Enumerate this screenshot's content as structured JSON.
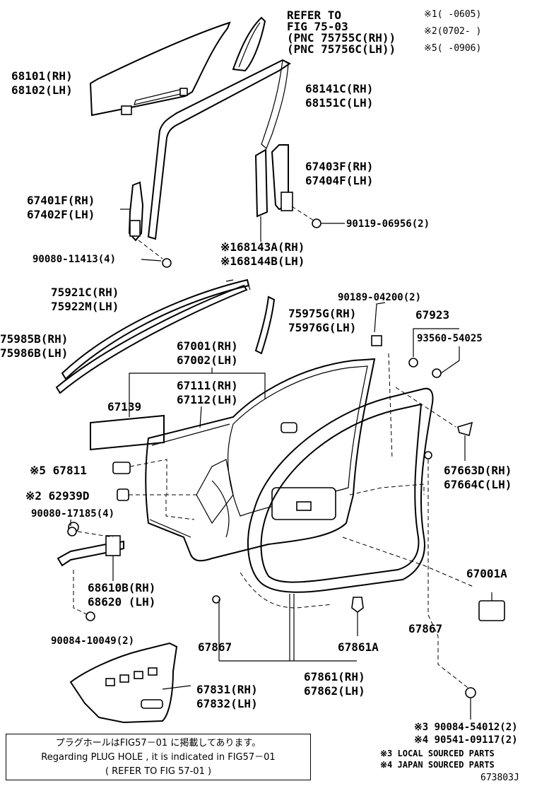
{
  "header_refer": [
    "REFER TO",
    "FIG 75-03",
    "(PNC 75755C(RH))",
    "(PNC 75756C(LH))"
  ],
  "header_notes": [
    "※1(    -0605)",
    "※2(0702-    )",
    "※5(    -0906)"
  ],
  "labels": {
    "p68101": [
      "68101(RH)",
      "68102(LH)"
    ],
    "p68141": [
      "68141C(RH)",
      "68151C(LH)"
    ],
    "p67403": [
      "67403F(RH)",
      "67404F(LH)"
    ],
    "p67401": [
      "67401F(RH)",
      "67402F(LH)"
    ],
    "p90119": [
      "90119-06956(2)"
    ],
    "p90080a": [
      "90080-11413(4)"
    ],
    "p68143": [
      "※168143A(RH)",
      "※168144B(LH)"
    ],
    "p75921": [
      "75921C(RH)",
      "75922M(LH)"
    ],
    "p90189": [
      "90189-04200(2)"
    ],
    "p75975": [
      "75975G(RH)",
      "75976G(LH)"
    ],
    "p67923": [
      "67923"
    ],
    "p75985": [
      "75985B(RH)",
      "75986B(LH)"
    ],
    "p93560": [
      "93560-54025"
    ],
    "p67001": [
      "67001(RH)",
      "67002(LH)"
    ],
    "p67111": [
      "67111(RH)",
      "67112(LH)"
    ],
    "p67139": [
      "67139"
    ],
    "p67663": [
      "67663D(RH)",
      "67664C(LH)"
    ],
    "p67811": [
      "※5 67811"
    ],
    "p62939": [
      "※2 62939D"
    ],
    "p90080b": [
      "90080-17185(4)"
    ],
    "p68610": [
      "68610B(RH)",
      "68620 (LH)"
    ],
    "p67001a": [
      "67001A"
    ],
    "p67867r": [
      "67867"
    ],
    "p90084a": [
      "90084-10049(2)"
    ],
    "p67867l": [
      "67867"
    ],
    "p67861a": [
      "67861A"
    ],
    "p67861": [
      "67861(RH)",
      "67862(LH)"
    ],
    "p67831": [
      "67831(RH)",
      "67832(LH)"
    ],
    "p90084b": [
      "※3 90084-54012(2)",
      "※4 90541-09117(2)"
    ],
    "footnotes": [
      "※3 LOCAL SOURCED PARTS",
      "※4 JAPAN SOURCED PARTS"
    ]
  },
  "note": {
    "line1": "プラグホールはFIG57－01 に掲載してあります。",
    "line2": "Regarding  PLUG  HOLE  , it  is  indicated  in  FIG57－01",
    "line3": "( REFER TO FIG  57-01  )"
  },
  "figure_code": "673803J"
}
